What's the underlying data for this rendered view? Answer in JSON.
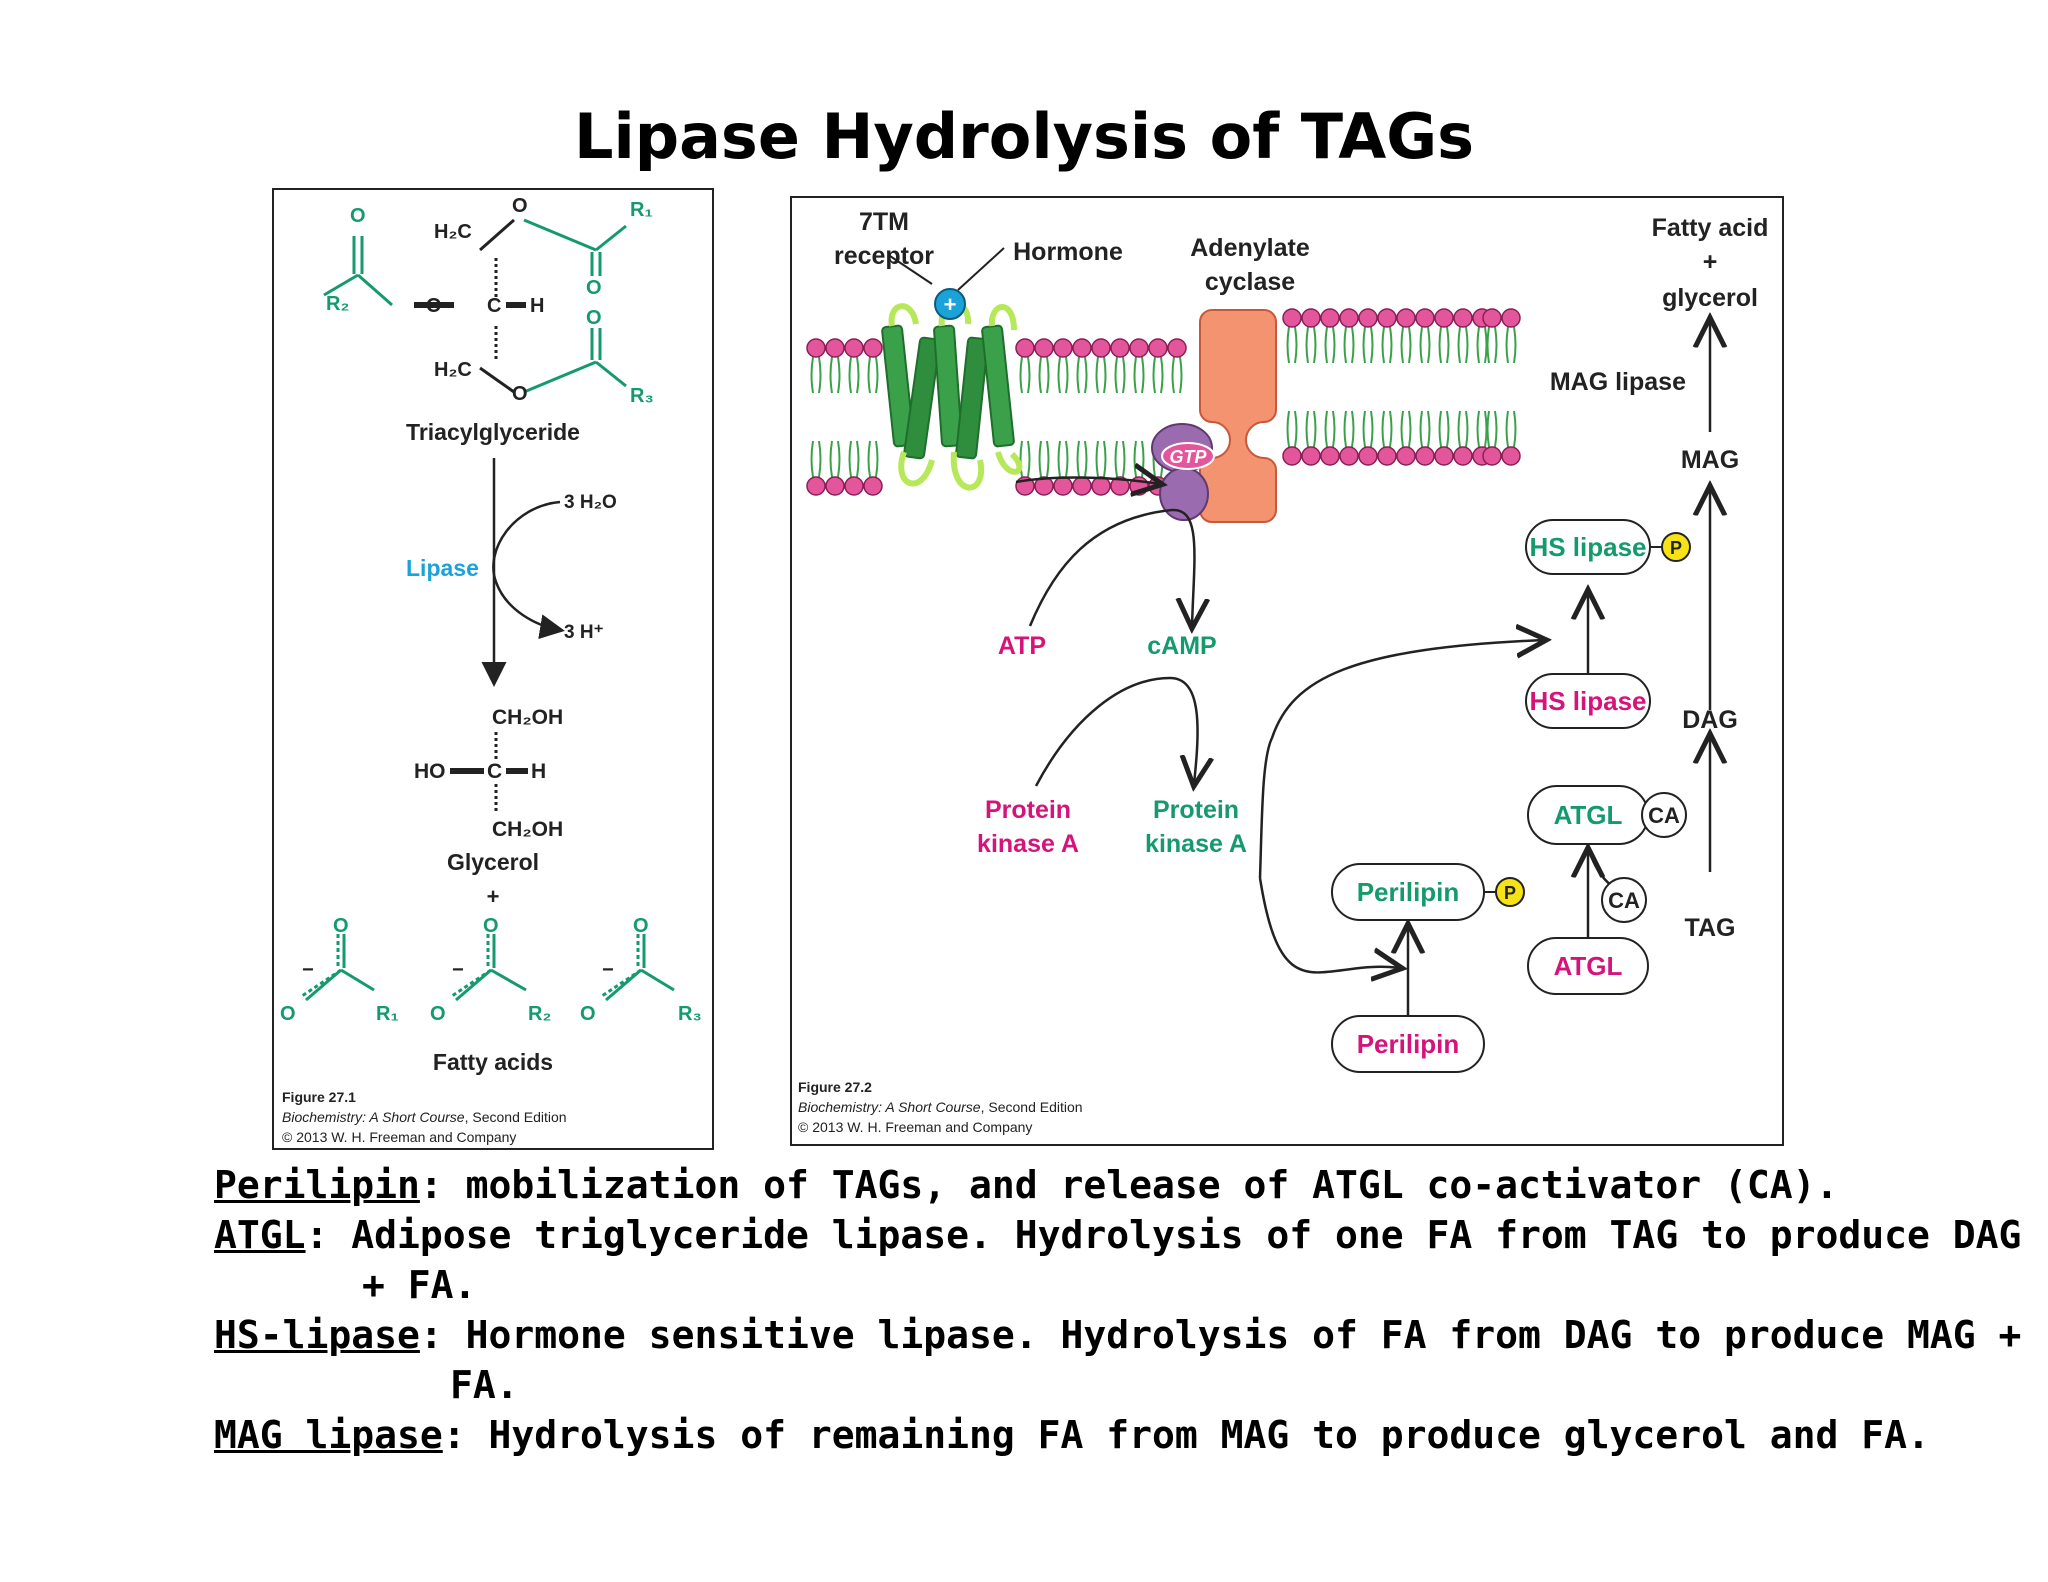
{
  "title": "Lipase Hydrolysis of TAGs",
  "colors": {
    "green": "#159a6c",
    "magenta": "#d6137a",
    "cyan": "#1ba3d9",
    "membrane_head": "#e4569c",
    "cyclase": "#f4936f",
    "gprotein": "#9b6bb0",
    "receptor": "#3aa14a",
    "phosphate": "#f7e216"
  },
  "fig1": {
    "structure_top": {
      "o_top": "O",
      "r1": "R₁",
      "h2c_top": "H₂C",
      "o_carbonyl_left": "O",
      "r2": "R₂",
      "o_ester_mid": "O",
      "c": "C",
      "h": "H",
      "o_carbonyl_r1": "O",
      "o_carbonyl_r3": "O",
      "h2c_bottom": "H₂C",
      "o_bottom": "O",
      "r3": "R₃"
    },
    "triacylglyceride": "Triacylglyceride",
    "water": "3 H₂O",
    "enzyme": "Lipase",
    "proton": "3 H⁺",
    "glycerol_top": "CH₂OH",
    "glycerol_ho": "HO",
    "glycerol_c": "C",
    "glycerol_h": "H",
    "glycerol_bottom": "CH₂OH",
    "glycerol": "Glycerol",
    "plus": "+",
    "fa_atoms": {
      "o_top": "O",
      "o_left": "O",
      "minus": "−",
      "r1": "R₁",
      "r2": "R₂",
      "r3": "R₃"
    },
    "fatty_acids": "Fatty acids",
    "credit": {
      "figure": "Figure 27.1",
      "book": "Biochemistry: A Short Course",
      "edition": ", Second Edition",
      "copyright": "© 2013 W. H. Freeman and Company"
    }
  },
  "fig2": {
    "receptor": [
      "7TM",
      "receptor"
    ],
    "hormone": "Hormone",
    "plus_sign": "+",
    "adenylate_cyclase": [
      "Adenylate",
      "cyclase"
    ],
    "gtp": "GTP",
    "atp": "ATP",
    "camp": "cAMP",
    "pka_inactive": [
      "Protein",
      "kinase A"
    ],
    "pka_active": [
      "Protein",
      "kinase A"
    ],
    "hs_lipase_active": "HS lipase",
    "hs_lipase_inactive": "HS lipase",
    "phospho": "P",
    "atgl_upper": "ATGL",
    "atgl_lower": "ATGL",
    "ca": "CA",
    "perilipin_p": "Perilipin",
    "perilipin": "Perilipin",
    "fatty_acid_glycerol": [
      "Fatty acid",
      "+",
      "glycerol"
    ],
    "mag_lipase": "MAG lipase",
    "mag": "MAG",
    "dag": "DAG",
    "tag": "TAG",
    "credit": {
      "figure": "Figure 27.2",
      "book": "Biochemistry: A Short Course",
      "edition": ", Second Edition",
      "copyright": "© 2013 W. H. Freeman and Company"
    }
  },
  "descriptions": [
    {
      "term": "Perilipin",
      "line1": ": mobilization of TAGs, and release of ATGL co-activator (CA).",
      "line2": ""
    },
    {
      "term": "ATGL",
      "line1": ": Adipose triglyceride lipase. Hydrolysis of one FA from TAG to produce DAG",
      "line2": "+ FA."
    },
    {
      "term": "HS-lipase",
      "line1": ": Hormone sensitive lipase. Hydrolysis of FA from DAG to produce MAG +",
      "line2": "FA."
    },
    {
      "term": "MAG lipase",
      "line1": ": Hydrolysis of remaining FA from MAG to produce glycerol and FA.",
      "line2": ""
    }
  ]
}
